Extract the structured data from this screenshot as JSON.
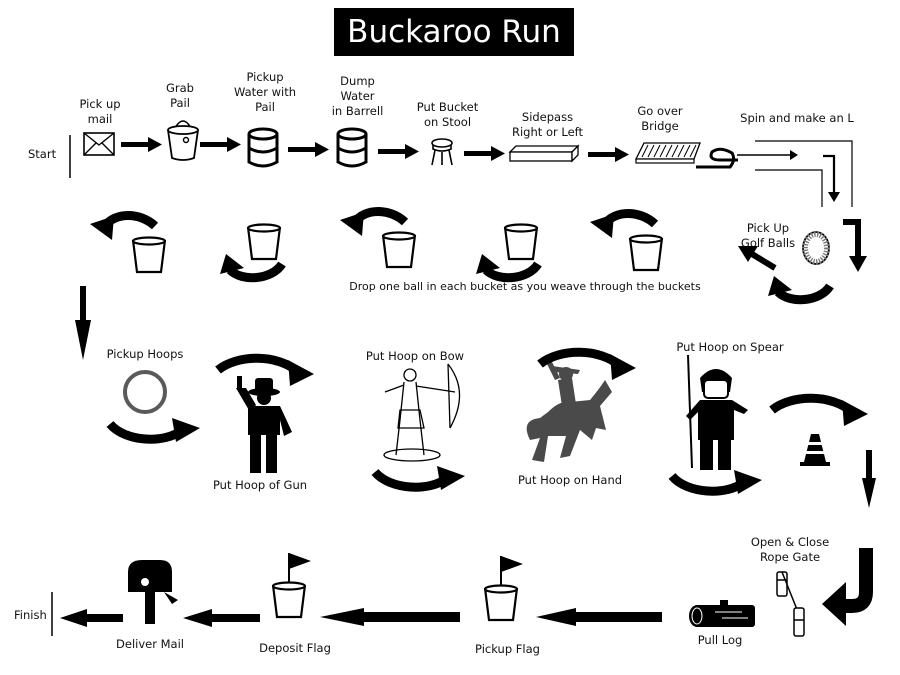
{
  "title": "Buckaroo Run",
  "start_label": "Start",
  "finish_label": "Finish",
  "steps": [
    {
      "id": "pick-up-mail",
      "label": "Pick up\nmail",
      "icon": "envelope-icon"
    },
    {
      "id": "grab-pail",
      "label": "Grab\nPail",
      "icon": "pail-icon"
    },
    {
      "id": "pickup-water",
      "label": "Pickup\nWater with\nPail",
      "icon": "barrel-icon"
    },
    {
      "id": "dump-water",
      "label": "Dump\nWater\nin Barrell",
      "icon": "barrel-icon"
    },
    {
      "id": "bucket-on-stool",
      "label": "Put Bucket\non Stool",
      "icon": "stool-icon"
    },
    {
      "id": "sidepass",
      "label": "Sidepass\nRight or Left",
      "icon": "plank-icon"
    },
    {
      "id": "bridge",
      "label": "Go over\nBridge",
      "icon": "bridge-icon"
    },
    {
      "id": "spin-l",
      "label": "Spin and make an L",
      "icon": "l-chute-icon"
    },
    {
      "id": "golf-balls",
      "label": "Pick Up\nGolf Balls",
      "icon": "golf-ball-icon"
    },
    {
      "id": "weave-buckets",
      "label": "Drop one ball in each bucket as you weave through the buckets",
      "icon": "bucket-icon"
    },
    {
      "id": "pickup-hoops",
      "label": "Pickup Hoops",
      "icon": "hoop-icon"
    },
    {
      "id": "hoop-gun",
      "label": "Put Hoop of Gun",
      "icon": "cowboy-icon"
    },
    {
      "id": "hoop-bow",
      "label": "Put Hoop on Bow",
      "icon": "archer-icon"
    },
    {
      "id": "hoop-hand",
      "label": "Put Hoop on Hand",
      "icon": "horse-rider-icon"
    },
    {
      "id": "hoop-spear",
      "label": "Put Hoop on Spear",
      "icon": "chief-icon"
    },
    {
      "id": "cone",
      "label": "",
      "icon": "cone-icon"
    },
    {
      "id": "rope-gate",
      "label": "Open & Close\nRope Gate",
      "icon": "rope-gate-icon"
    },
    {
      "id": "pull-log",
      "label": "Pull Log",
      "icon": "log-icon"
    },
    {
      "id": "pickup-flag",
      "label": "Pickup Flag",
      "icon": "flag-bucket-icon"
    },
    {
      "id": "deposit-flag",
      "label": "Deposit Flag",
      "icon": "flag-bucket-icon"
    },
    {
      "id": "deliver-mail",
      "label": "Deliver Mail",
      "icon": "mailbox-icon"
    }
  ],
  "colors": {
    "ink": "#000000",
    "title_bg": "#000000",
    "title_fg": "#ffffff",
    "hoop": "#5a5a5a",
    "rider": "#4a4a4a"
  }
}
